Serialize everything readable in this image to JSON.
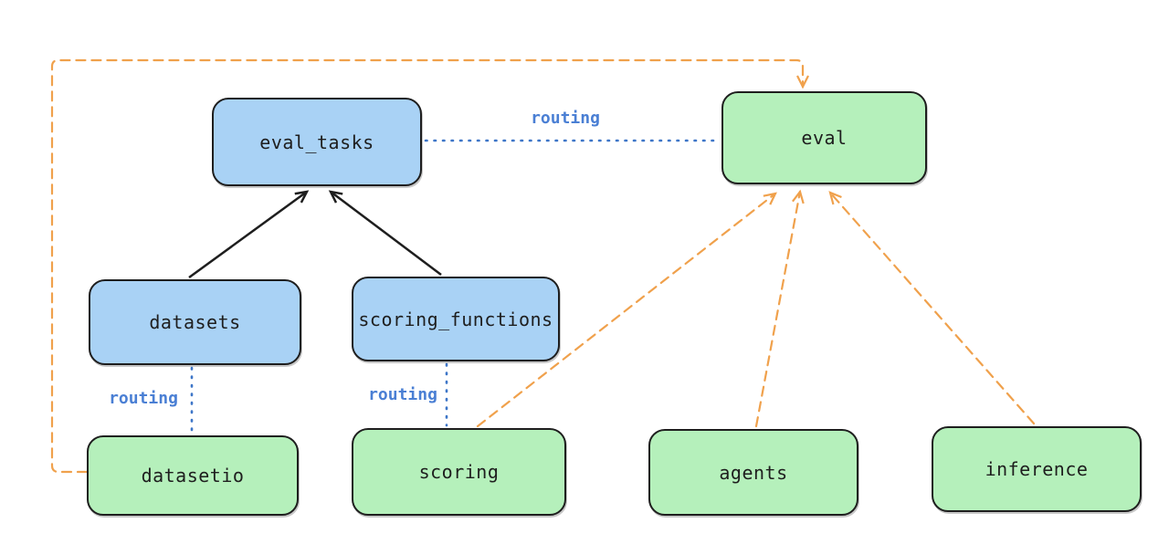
{
  "diagram": {
    "nodes": {
      "eval_tasks": {
        "label": "eval_tasks"
      },
      "eval": {
        "label": "eval"
      },
      "datasets": {
        "label": "datasets"
      },
      "scoring_functions": {
        "label": "scoring_functions"
      },
      "datasetio": {
        "label": "datasetio"
      },
      "scoring": {
        "label": "scoring"
      },
      "agents": {
        "label": "agents"
      },
      "inference": {
        "label": "inference"
      }
    },
    "edge_labels": {
      "top": "routing",
      "datasets": "routing",
      "scoring": "routing"
    },
    "colors": {
      "background": "#ffffff",
      "blue_fill": "#a9d2f5",
      "green_fill": "#b5f0bb",
      "node_border": "#1e1e1e",
      "edge_dark": "#1e1e1e",
      "edge_blue": "#3e76c8",
      "edge_orange": "#f0a14c",
      "label_blue": "#4a7fd4"
    }
  }
}
